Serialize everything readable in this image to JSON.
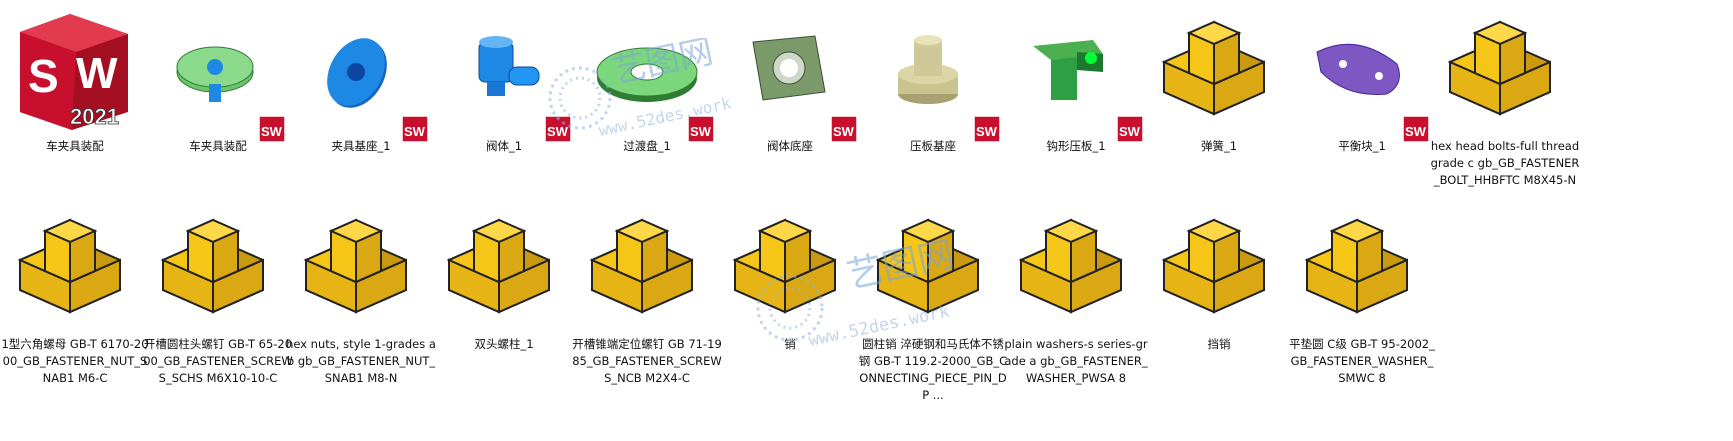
{
  "watermark": {
    "brand": "艺图网",
    "site": "www.52des.work"
  },
  "row1": [
    {
      "label": "车夹具装配",
      "thumb": "solidworks-2021-logo",
      "badge": false,
      "logo_text": "2021"
    },
    {
      "label": "车夹具装配",
      "thumb": "green-disc-assembly",
      "badge": true
    },
    {
      "label": "夹具基座_1",
      "thumb": "blue-round-plate",
      "badge": true
    },
    {
      "label": "阀体_1",
      "thumb": "blue-valve-body",
      "badge": true
    },
    {
      "label": "过渡盘_1",
      "thumb": "green-ring-disc",
      "badge": true
    },
    {
      "label": "阀体底座",
      "thumb": "gray-square-flange",
      "badge": true
    },
    {
      "label": "压板基座",
      "thumb": "tan-cylinder-base",
      "badge": true
    },
    {
      "label": "钩形压板_1",
      "thumb": "green-hook-clamp",
      "badge": true
    },
    {
      "label": "弹簧_1",
      "thumb": "yellow-part-icon",
      "badge": false
    },
    {
      "label": "平衡块_1",
      "thumb": "purple-balance-block",
      "badge": true
    },
    {
      "label": "hex head bolts-full thread grade c gb_GB_FASTENER_BOLT_HHBFTC M8X45-N",
      "thumb": "yellow-part-icon",
      "badge": false
    }
  ],
  "row2": [
    {
      "label": "1型六角螺母 GB-T 6170-2000_GB_FASTENER_NUT_SNAB1 M6-C",
      "thumb": "yellow-part-icon"
    },
    {
      "label": "开槽圆柱头螺钉 GB-T 65-2000_GB_FASTENER_SCREWS_SCHS M6X10-10-C",
      "thumb": "yellow-part-icon"
    },
    {
      "label": "hex nuts, style 1-grades ab gb_GB_FASTENER_NUT_SNAB1 M8-N",
      "thumb": "yellow-part-icon"
    },
    {
      "label": "双头螺柱_1",
      "thumb": "yellow-part-icon"
    },
    {
      "label": "开槽锥端定位螺钉 GB 71-1985_GB_FASTENER_SCREWS_NCB M2X4-C",
      "thumb": "yellow-part-icon"
    },
    {
      "label": "销",
      "thumb": "yellow-part-icon"
    },
    {
      "label": "圆柱销 淬硬钢和马氏体不锈钢 GB-T 119.2-2000_GB_CONNECTING_PIECE_PIN_DP ...",
      "thumb": "yellow-part-icon"
    },
    {
      "label": "plain washers-s series-grade a gb_GB_FASTENER_WASHER_PWSA 8",
      "thumb": "yellow-part-icon"
    },
    {
      "label": "挡销",
      "thumb": "yellow-part-icon"
    },
    {
      "label": "平垫圆 C级 GB-T 95-2002_GB_FASTENER_WASHER_SMWC 8",
      "thumb": "yellow-part-icon"
    }
  ],
  "badge_text": "SW",
  "colors": {
    "part_yellow": "#f5c518",
    "sw_red": "#c8102e",
    "green": "#4caf50",
    "blue": "#1e88e5",
    "purple": "#7e57c2"
  }
}
